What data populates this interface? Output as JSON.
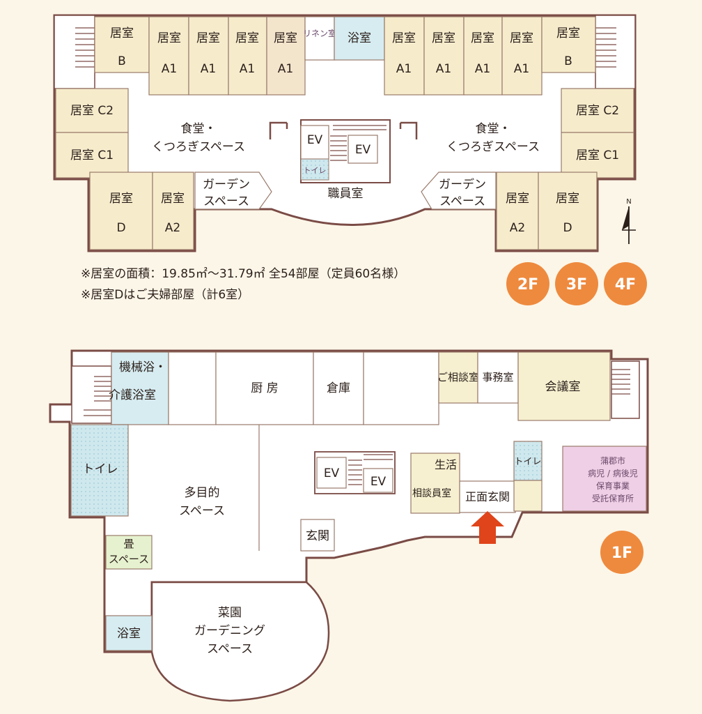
{
  "colors": {
    "resident_room": "#f6eccc",
    "resident_room_alt": "#f3e4cc",
    "bath": "#d6ecf1",
    "toilet_pattern": "#cfe8ee",
    "office": "#f6f0d0",
    "nursery": "#efcfe6",
    "tatami": "#e6f2cf",
    "badge": "#ee8a3e",
    "arrow": "#e0441a",
    "wall": "#7a4b45"
  },
  "upper": {
    "rooms": {
      "room_b": "居室",
      "room_b_type": "B",
      "room_a1": "居室",
      "room_a1_type": "A1",
      "room_c2": "居室 C2",
      "room_c1": "居室 C1",
      "room_d": "居室",
      "room_d_type": "D",
      "room_a2": "居室",
      "room_a2_type": "A2",
      "linen": "リネン室",
      "bath": "浴室",
      "dining_1": "食堂・",
      "dining_2": "くつろぎスペース",
      "garden_1": "ガーデン",
      "garden_2": "スペース",
      "ev": "EV",
      "toilet": "トイレ",
      "staff": "職員室"
    },
    "notes": [
      "※居室の面積：19.85㎡〜31.79㎡ 全54部屋（定員60名様）",
      "※居室Dはご夫婦部屋（計6室）"
    ],
    "floors": [
      "2F",
      "3F",
      "4F"
    ],
    "compass": "N"
  },
  "lower": {
    "rooms": {
      "machine_bath": "機械浴・",
      "care_bath": "介護浴室",
      "kitchen": "厨 房",
      "storage": "倉庫",
      "consult": "ご相談室",
      "office": "事務室",
      "meeting": "会議室",
      "toilet": "トイレ",
      "toilet_small": "トイレ",
      "nursery_1": "蒲郡市",
      "nursery_2": "病児 / 病後児",
      "nursery_3": "保育事業",
      "nursery_4": "受託保育所",
      "life_consult_a": "生活",
      "life_consult_b": "相談員室",
      "main_entrance": "正面玄関",
      "multi_1": "多目的",
      "multi_2": "スペース",
      "entrance": "玄関",
      "tatami_1": "畳",
      "tatami_2": "スペース",
      "garden_1": "菜園",
      "garden_2": "ガーデニング",
      "garden_3": "スペース",
      "bath": "浴室",
      "ev": "EV"
    },
    "floor": "1F"
  }
}
